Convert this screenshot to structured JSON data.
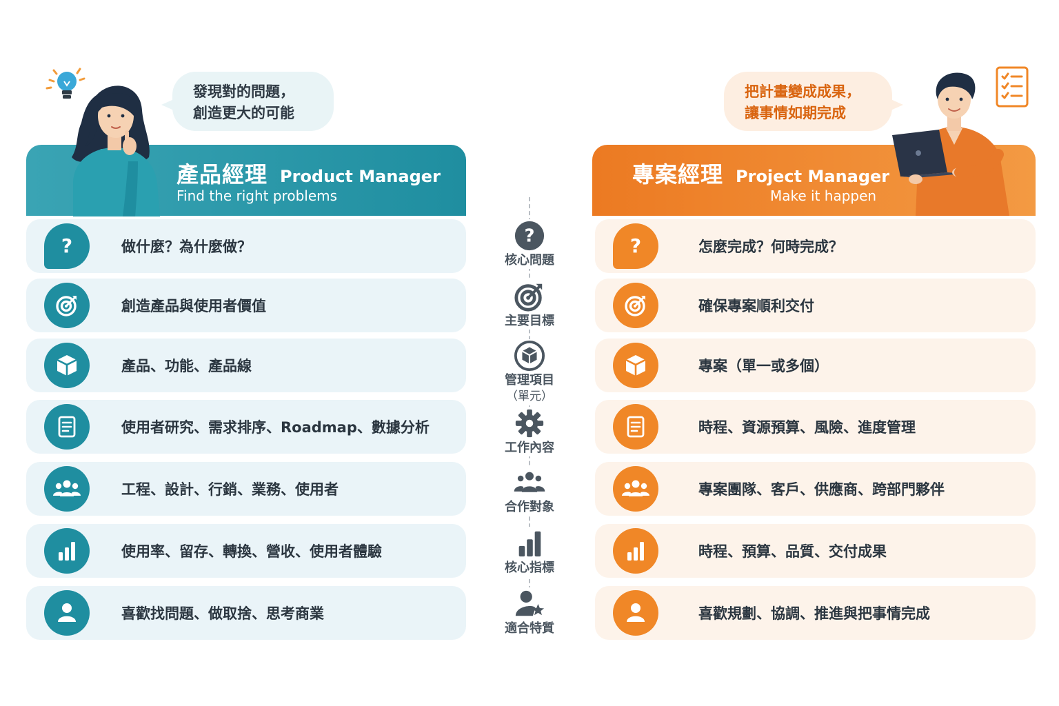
{
  "colors": {
    "pm_primary": "#1f8ea0",
    "pm_row_bg": "#eaf4f8",
    "project_primary": "#f08727",
    "project_row_bg": "#fdf3ea",
    "middle_icon": "#4b5660"
  },
  "product_manager": {
    "bubble_line1": "發現對的問題，",
    "bubble_line2": "創造更大的可能",
    "title_zh": "產品經理",
    "title_en": "Product Manager",
    "subtitle": "Find the right problems",
    "rows": [
      {
        "icon": "question-bubble-icon",
        "text": "做什麼？為什麼做？"
      },
      {
        "icon": "target-icon",
        "text": "創造產品與使用者價值"
      },
      {
        "icon": "box-icon",
        "text": "產品、功能、產品線"
      },
      {
        "icon": "document-icon",
        "text": "使用者研究、需求排序、Roadmap、數據分析"
      },
      {
        "icon": "team-icon",
        "text": "工程、設計、行銷、業務、使用者"
      },
      {
        "icon": "bar-chart-icon",
        "text": "使用率、留存、轉換、營收、使用者體驗"
      },
      {
        "icon": "user-icon",
        "text": "喜歡找問題、做取捨、思考商業"
      }
    ]
  },
  "project_manager": {
    "bubble_line1": "把計畫變成成果，",
    "bubble_line2": "讓事情如期完成",
    "title_zh": "專案經理",
    "title_en": "Project Manager",
    "subtitle": "Make it happen",
    "rows": [
      {
        "icon": "question-bubble-icon",
        "text": "怎麼完成？何時完成？"
      },
      {
        "icon": "target-icon",
        "text": "確保專案順利交付"
      },
      {
        "icon": "box-icon",
        "text": "專案（單一或多個）"
      },
      {
        "icon": "document-icon",
        "text": "時程、資源預算、風險、進度管理"
      },
      {
        "icon": "team-icon",
        "text": "專案團隊、客戶、供應商、跨部門夥伴"
      },
      {
        "icon": "bar-chart-icon",
        "text": "時程、預算、品質、交付成果"
      },
      {
        "icon": "user-icon",
        "text": "喜歡規劃、協調、推進與把事情完成"
      }
    ]
  },
  "dimensions": [
    {
      "icon": "question-circle-icon",
      "label": "核心問題"
    },
    {
      "icon": "target-icon",
      "label": "主要目標"
    },
    {
      "icon": "box-icon",
      "label": "管理項目",
      "label2": "（單元）"
    },
    {
      "icon": "gear-icon",
      "label": "工作內容"
    },
    {
      "icon": "team-icon",
      "label": "合作對象"
    },
    {
      "icon": "bar-chart-icon",
      "label": "核心指標"
    },
    {
      "icon": "user-star-icon",
      "label": "適合特質"
    }
  ]
}
